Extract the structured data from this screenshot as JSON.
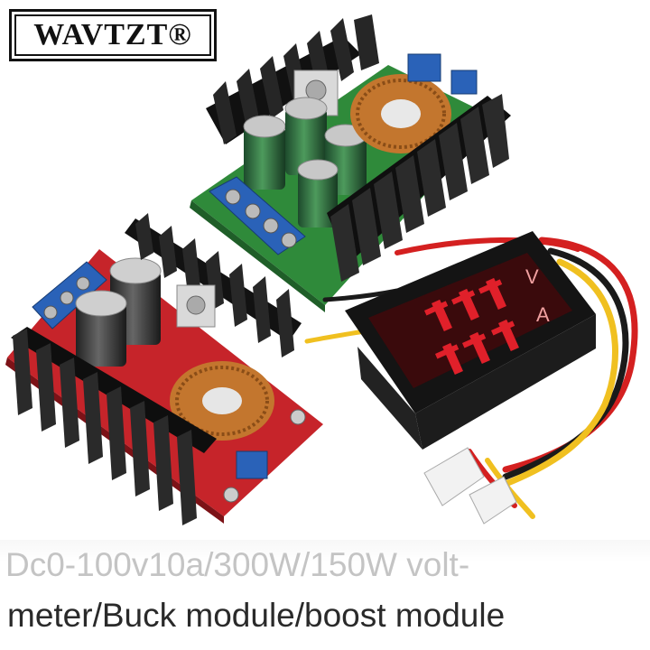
{
  "brand": {
    "logo_text": "WAVTZT®"
  },
  "meter": {
    "volt_label": "V",
    "amp_label": "A"
  },
  "caption": {
    "line1": "Dc0-100v10a/300W/150W volt-",
    "line2": "meter/Buck module/boost module"
  },
  "colors": {
    "heatsink": "#161616",
    "pcb_green": "#2f8a3a",
    "pcb_red": "#c6242a",
    "terminal_blue": "#2a62b8",
    "led_red": "#e0202a",
    "copper": "#c3762e",
    "wire_red": "#d42020",
    "wire_yellow": "#f0c020"
  }
}
